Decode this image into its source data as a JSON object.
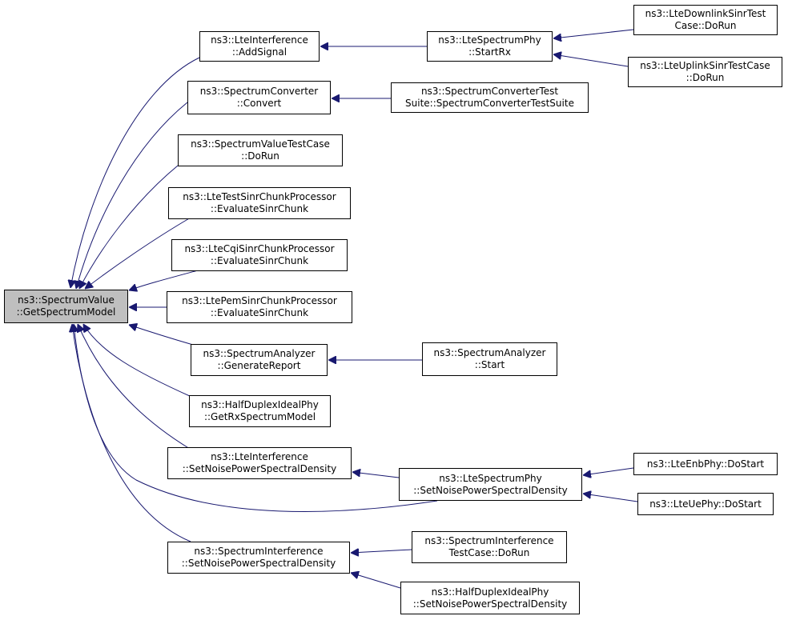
{
  "nodes": [
    {
      "id": "root",
      "lines": [
        "ns3::SpectrumValue",
        "::GetSpectrumModel"
      ],
      "root": true
    },
    {
      "id": "n1",
      "lines": [
        "ns3::LteInterference",
        "::AddSignal"
      ]
    },
    {
      "id": "n2",
      "lines": [
        "ns3::LteSpectrumPhy",
        "::StartRx"
      ]
    },
    {
      "id": "n3",
      "lines": [
        "ns3::LteDownlinkSinrTest",
        "Case::DoRun"
      ]
    },
    {
      "id": "n4",
      "lines": [
        "ns3::LteUplinkSinrTestCase",
        "::DoRun"
      ]
    },
    {
      "id": "n5",
      "lines": [
        "ns3::SpectrumConverter",
        "::Convert"
      ]
    },
    {
      "id": "n6",
      "lines": [
        "ns3::SpectrumConverterTest",
        "Suite::SpectrumConverterTestSuite"
      ]
    },
    {
      "id": "n7",
      "lines": [
        "ns3::SpectrumValueTestCase",
        "::DoRun"
      ]
    },
    {
      "id": "n8",
      "lines": [
        "ns3::LteTestSinrChunkProcessor",
        "::EvaluateSinrChunk"
      ]
    },
    {
      "id": "n9",
      "lines": [
        "ns3::LteCqiSinrChunkProcessor",
        "::EvaluateSinrChunk"
      ]
    },
    {
      "id": "n10",
      "lines": [
        "ns3::LtePemSinrChunkProcessor",
        "::EvaluateSinrChunk"
      ]
    },
    {
      "id": "n11",
      "lines": [
        "ns3::SpectrumAnalyzer",
        "::GenerateReport"
      ]
    },
    {
      "id": "n12",
      "lines": [
        "ns3::SpectrumAnalyzer",
        "::Start"
      ]
    },
    {
      "id": "n13",
      "lines": [
        "ns3::HalfDuplexIdealPhy",
        "::GetRxSpectrumModel"
      ]
    },
    {
      "id": "n14",
      "lines": [
        "ns3::LteInterference",
        "::SetNoisePowerSpectralDensity"
      ]
    },
    {
      "id": "n15",
      "lines": [
        "ns3::LteSpectrumPhy",
        "::SetNoisePowerSpectralDensity"
      ]
    },
    {
      "id": "n16",
      "lines": [
        "ns3::LteEnbPhy::DoStart"
      ]
    },
    {
      "id": "n17",
      "lines": [
        "ns3::LteUePhy::DoStart"
      ]
    },
    {
      "id": "n18",
      "lines": [
        "ns3::SpectrumInterference",
        "::SetNoisePowerSpectralDensity"
      ]
    },
    {
      "id": "n19",
      "lines": [
        "ns3::SpectrumInterference",
        "TestCase::DoRun"
      ]
    },
    {
      "id": "n20",
      "lines": [
        "ns3::HalfDuplexIdealPhy",
        "::SetNoisePowerSpectralDensity"
      ]
    }
  ],
  "edges": [
    {
      "from": "n1",
      "to": "root"
    },
    {
      "from": "n2",
      "to": "n1"
    },
    {
      "from": "n3",
      "to": "n2"
    },
    {
      "from": "n4",
      "to": "n2"
    },
    {
      "from": "n5",
      "to": "root"
    },
    {
      "from": "n6",
      "to": "n5"
    },
    {
      "from": "n7",
      "to": "root"
    },
    {
      "from": "n8",
      "to": "root"
    },
    {
      "from": "n9",
      "to": "root"
    },
    {
      "from": "n10",
      "to": "root"
    },
    {
      "from": "n11",
      "to": "root"
    },
    {
      "from": "n12",
      "to": "n11"
    },
    {
      "from": "n13",
      "to": "root"
    },
    {
      "from": "n14",
      "to": "root"
    },
    {
      "from": "n15",
      "to": "n14"
    },
    {
      "from": "n15",
      "to": "root"
    },
    {
      "from": "n16",
      "to": "n15"
    },
    {
      "from": "n17",
      "to": "n15"
    },
    {
      "from": "n18",
      "to": "root"
    },
    {
      "from": "n19",
      "to": "n18"
    },
    {
      "from": "n20",
      "to": "n18"
    }
  ]
}
